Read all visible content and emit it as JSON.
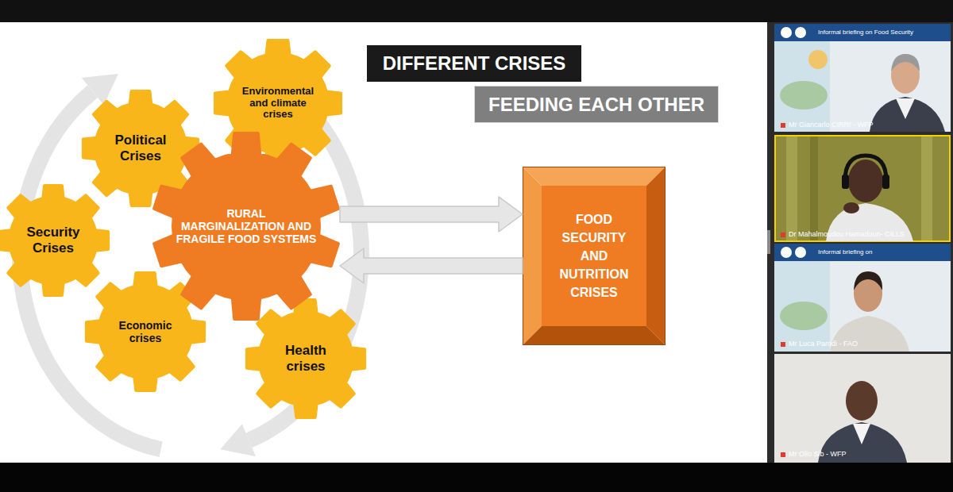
{
  "diagram": {
    "nodes": [
      {
        "text": [
          "DIFFERENT CRISES"
        ]
      },
      {
        "text": [
          "FEEDING EACH OTHER"
        ]
      },
      {
        "text": [
          "Environmental and climate crises"
        ]
      },
      {
        "text": [
          "Political Crises"
        ]
      },
      {
        "text": [
          "Security Crises"
        ]
      },
      {
        "text": [
          "RURAL MARGINALIZATION AND FRAGILE FOOD SYSTEMS"
        ]
      },
      {
        "text": [
          "Economic crises"
        ]
      },
      {
        "text": [
          "Health crises"
        ]
      },
      {
        "text": [
          "FOOD SECURITY AND NUTRITION CRISES"
        ]
      }
    ],
    "edges": [
      {
        "from": 5,
        "to": 8,
        "arrow": "to"
      },
      {
        "from": 8,
        "to": 5,
        "arrow": "to"
      }
    ],
    "labels": [
      "Informal briefing on Food Security",
      "Mr Giancarlo CIRRI - WFP",
      "Dr Mahalmoudou Hamadoun- CILLS",
      "Informal briefing on",
      "Mr Luca Parodi - FAO",
      "Mr Ollo Sib - WFP"
    ]
  }
}
